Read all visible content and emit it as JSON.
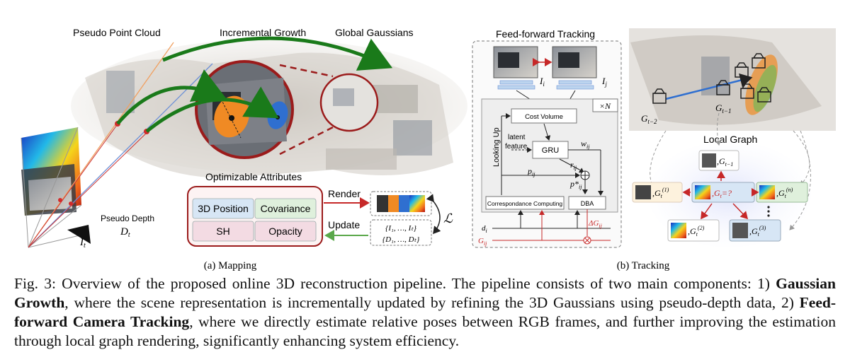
{
  "mapping": {
    "labels": {
      "pseudo_point_cloud": "Pseudo Point Cloud",
      "incremental_growth": "Incremental Growth",
      "global_gaussians": "Global Gaussians",
      "pseudo_depth": "Pseudo Depth",
      "depth_symbol": "D",
      "depth_sub": "t",
      "image_symbol": "I",
      "image_sub": "t",
      "optimizable_attributes": "Optimizable Attributes",
      "render": "Render",
      "update": "Update",
      "loss": "ℒ",
      "image_set": "{I₁, …, Iₜ}",
      "depth_set": "{D₁, …, Dₜ}"
    },
    "attributes": [
      "3D Position",
      "Covariance",
      "SH",
      "Opacity"
    ],
    "subcaption": "(a) Mapping"
  },
  "tracking": {
    "labels": {
      "feed_forward": "Feed-forward Tracking",
      "cost_volume": "Cost Volume",
      "times_n": "×N",
      "looking_up": "Looking Up",
      "latent_feature": "latent\nfeature",
      "gru": "GRU",
      "w_ij": "w",
      "w_ij_sub": "ij",
      "r_ij": "r",
      "r_ij_sub": "ij",
      "p_ij": "p",
      "p_ij_sub": "ij",
      "p_star": "p*",
      "p_star_sub": "ij",
      "correspondence": "Correspondance Computing",
      "dba": "DBA",
      "delta_g": "ΔG",
      "delta_g_sub": "ij",
      "d_i": "d",
      "d_i_sub": "i",
      "g_ij": "G",
      "g_ij_sub": "ij",
      "i_i": "I",
      "i_i_sub": "i",
      "i_j": "I",
      "i_j_sub": "j",
      "g_t2": "G",
      "g_t2_sub": "t−2",
      "g_t1": "G",
      "g_t1_sub": "t−1",
      "local_graph": "Local Graph",
      "node_top": ",G",
      "node_top_sub": "t−1",
      "node_center": ",G",
      "node_center_sub": "t",
      "node_center_eq": "=?",
      "node_left": ",G",
      "node_left_sub": "t",
      "node_left_sup": "(1)",
      "node_right": ",G",
      "node_right_sub": "t",
      "node_right_sup": "(n)",
      "node_bl": ",G",
      "node_bl_sub": "t",
      "node_bl_sup": "(2)",
      "node_br": ",G",
      "node_br_sub": "t",
      "node_br_sup": "(3)"
    },
    "subcaption": "(b) Tracking"
  },
  "caption": {
    "prefix": "Fig. 3: Overview of the proposed online 3D reconstruction pipeline. The pipeline consists of two main components: 1) ",
    "term1": "Gaussian Growth",
    "mid1": ", where the scene representation is incrementally updated by refining the 3D Gaussians using pseudo-depth data, 2) ",
    "term2": "Feed-forward Camera Tracking",
    "mid2": ", where we directly estimate relative poses between RGB frames, and further improving the estimation through local graph rendering, significantly enhancing system efficiency."
  },
  "colors": {
    "green_arrow": "#1a7a1a",
    "dark_red": "#8b1a1a",
    "red": "#d22b2b",
    "orange": "#f08a24",
    "blue": "#2f6fd0",
    "attr_blue": "#d7e6f5",
    "attr_pink": "#f3dbe3",
    "attr_green": "#dff0dc"
  }
}
